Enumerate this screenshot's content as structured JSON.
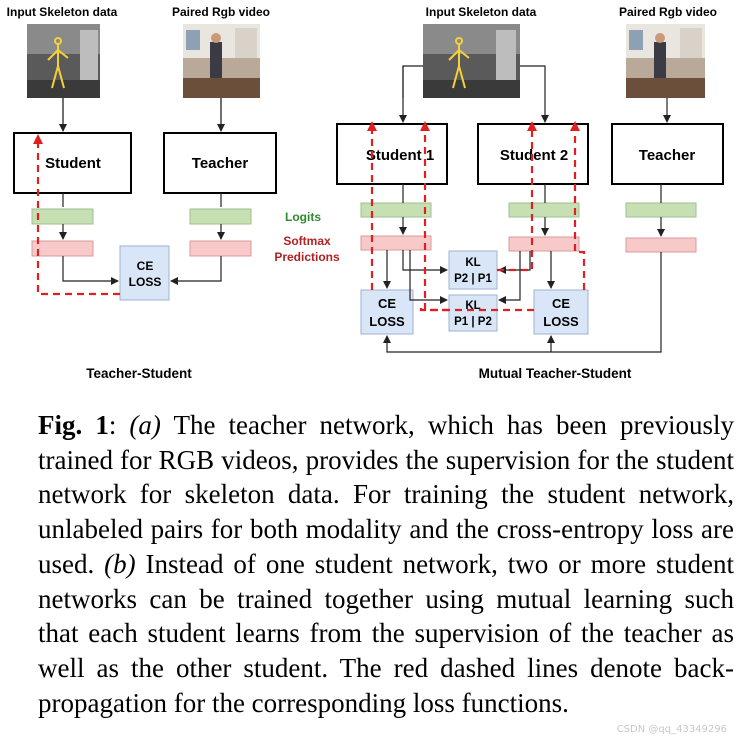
{
  "diagram": {
    "left": {
      "input_label": "Input Skeleton data",
      "rgb_label": "Paired Rgb video",
      "student_label": "Student",
      "teacher_label": "Teacher",
      "ce_line1": "CE",
      "ce_line2": "LOSS",
      "title": "Teacher-Student"
    },
    "legend": {
      "logits": "Logits",
      "softmax_line1": "Softmax",
      "softmax_line2": "Predictions"
    },
    "right": {
      "input_label": "Input Skeleton data",
      "rgb_label": "Paired Rgb video",
      "student1_label": "Student 1",
      "student2_label": "Student 2",
      "teacher_label": "Teacher",
      "kl_a_line1": "KL",
      "kl_a_line2": "P2 | P1",
      "kl_b_line1": "KL",
      "kl_b_line2": "P1 | P2",
      "ce1_line1": "CE",
      "ce1_line2": "LOSS",
      "ce2_line1": "CE",
      "ce2_line2": "LOSS",
      "title": "Mutual Teacher-Student"
    },
    "colors": {
      "logits_fill": "#c6e0b4",
      "logits_stroke": "#9fbf8e",
      "softmax_fill": "#f8c9c9",
      "softmax_stroke": "#d99b9b",
      "loss_fill": "#d9e6f7",
      "loss_stroke": "#9db2d0",
      "backprop": "#e02020",
      "logits_text": "#2e8b2e",
      "softmax_text": "#b22222"
    }
  },
  "caption": {
    "fig": "Fig. 1",
    "colon": ": ",
    "a": "(a)",
    "text1": " The teacher network, which has been previously trained for RGB videos, provides the supervision for the student network for skeleton data. For training the student network, unlabeled pairs for both modality and the cross-entropy loss are used. ",
    "b": "(b)",
    "text2": " Instead of one student network, two or more student networks can be trained together using mutual learning such that each student learns from the supervision of the teacher as well as the other student. The red dashed lines denote back-propagation for the corresponding loss functions."
  },
  "watermark": "CSDN @qq_43349296"
}
